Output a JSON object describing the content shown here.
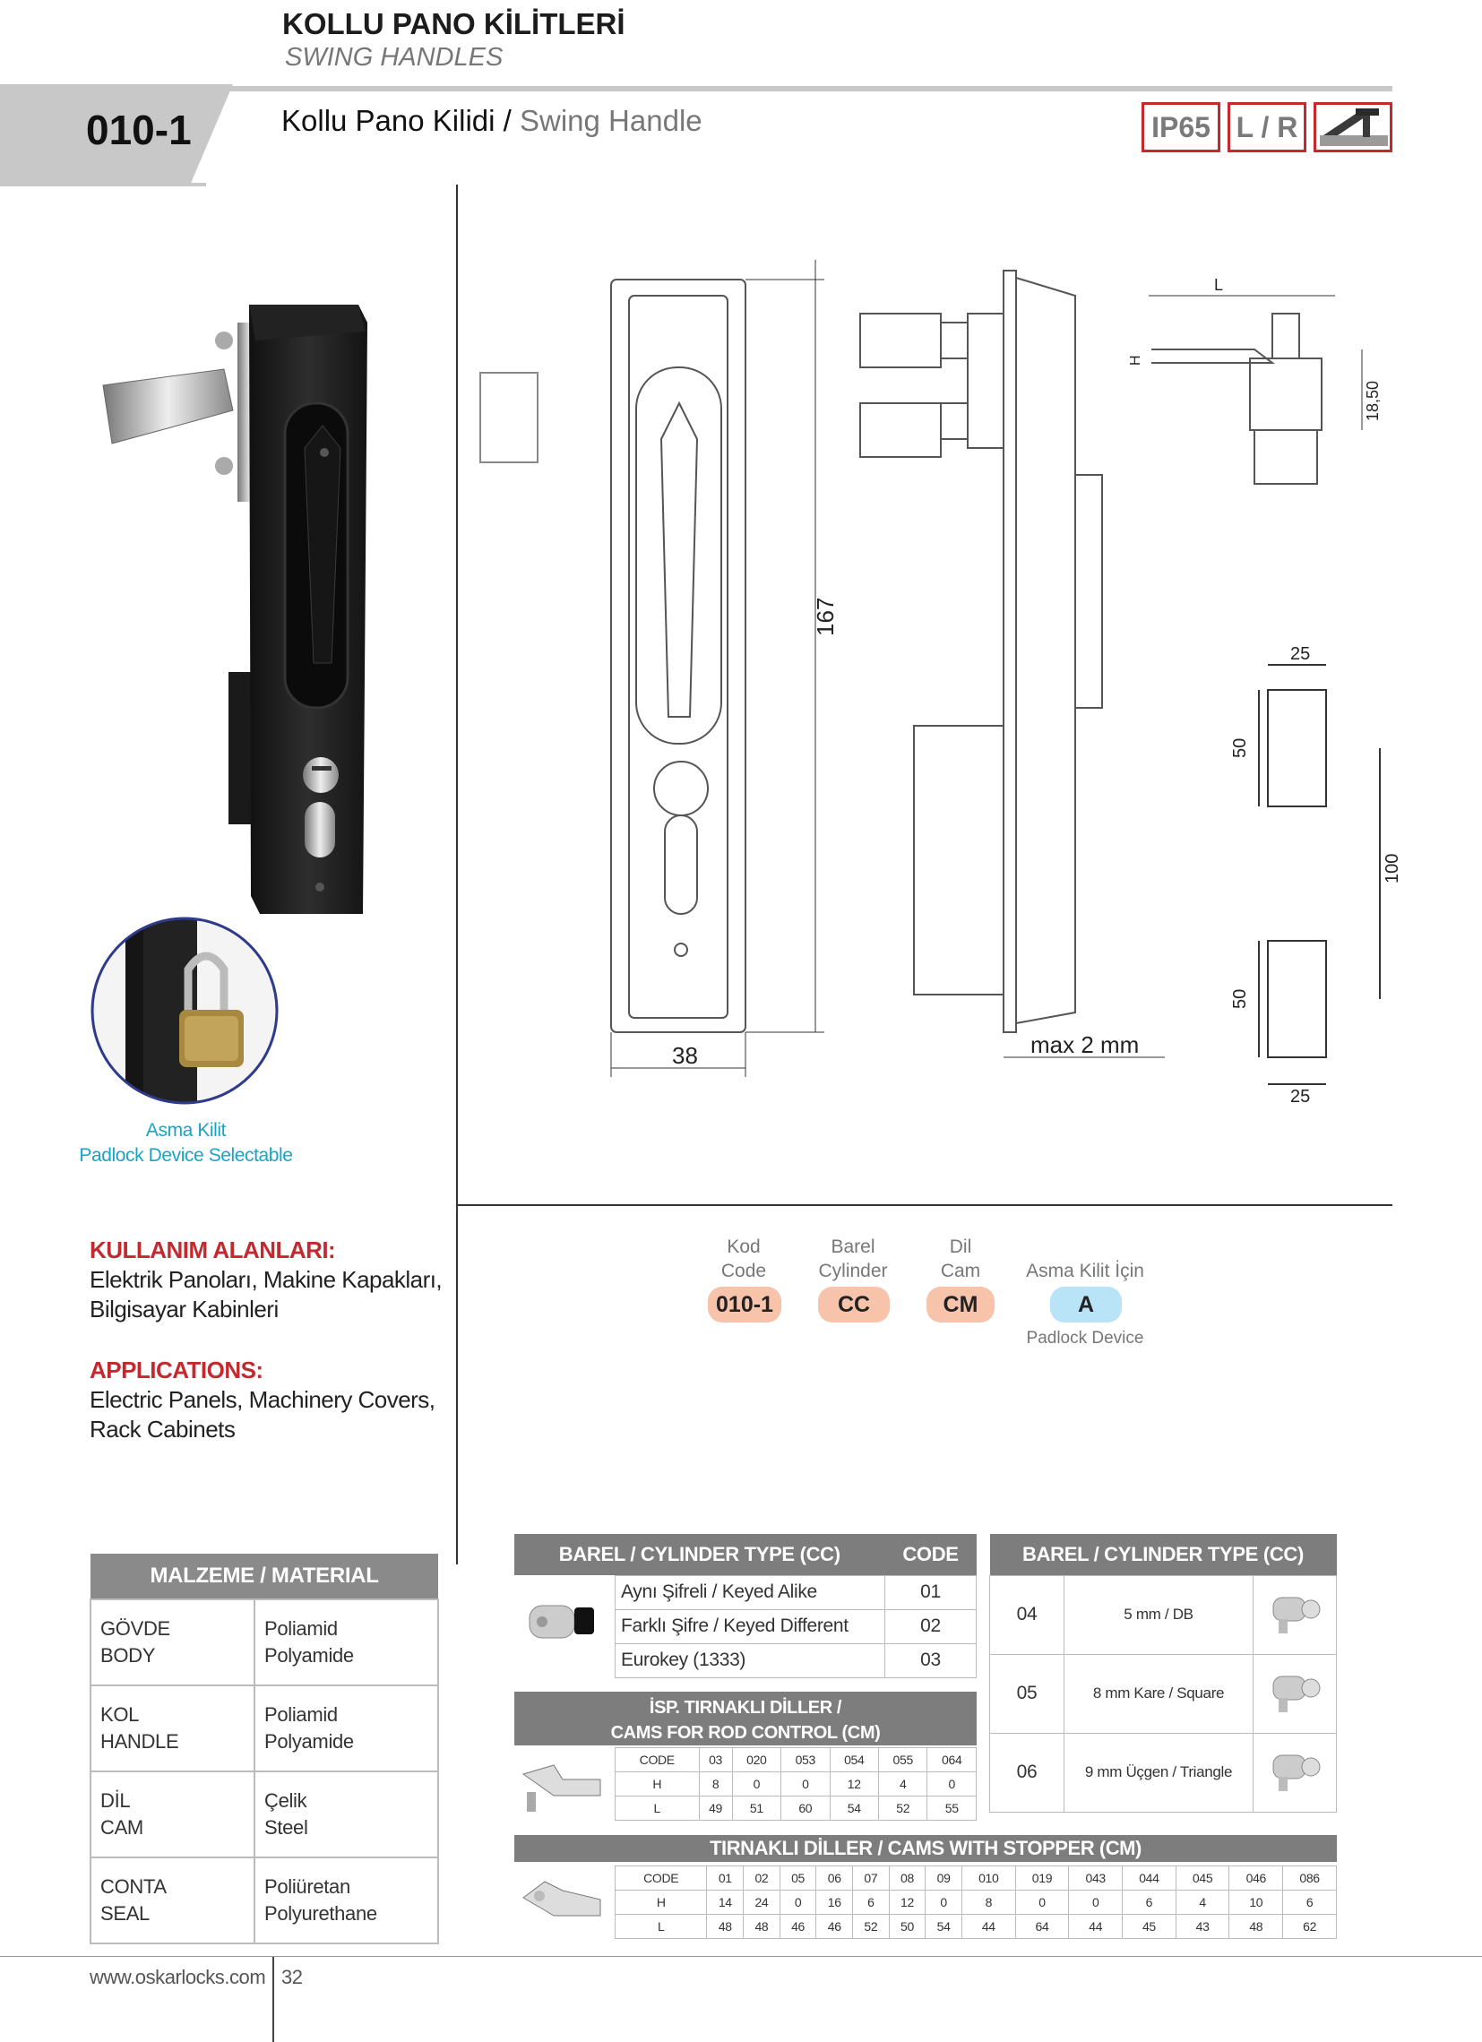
{
  "header": {
    "title_tr": "KOLLU PANO KİLİTLERİ",
    "title_en": "SWING HANDLES",
    "product_code": "010-1",
    "product_name_tr": "Kollu Pano Kilidi",
    "product_name_sep": " / ",
    "product_name_en": "Swing Handle",
    "badges": [
      "IP65",
      "L / R"
    ]
  },
  "padlock": {
    "caption_tr": "Asma Kilit",
    "caption_en": "Padlock Device Selectable"
  },
  "dimensions": {
    "width": "38",
    "height": "167",
    "gap": "max 2 mm",
    "L": "L",
    "H": "H",
    "d1850": "18,50",
    "d25a": "25",
    "d25b": "25",
    "d50a": "50",
    "d50b": "50",
    "d100": "100"
  },
  "usage": {
    "title_tr": "KULLANIM ALANLARI:",
    "text_tr_1": "Elektrik Panoları, Makine Kapakları,",
    "text_tr_2": "Bilgisayar Kabinleri",
    "title_en": "APPLICATIONS:",
    "text_en_1": "Electric Panels, Machinery Covers,",
    "text_en_2": "Rack Cabinets"
  },
  "ordering": {
    "kod": "Kod",
    "code": "Code",
    "barel": "Barel",
    "cylinder": "Cylinder",
    "dil": "Dil",
    "cam": "Cam",
    "asma": "Asma Kilit İçin",
    "padlock_device": "Padlock Device",
    "values": [
      "010-1",
      "CC",
      "CM",
      "A"
    ]
  },
  "material": {
    "header": "MALZEME / MATERIAL",
    "rows": [
      {
        "part_tr": "GÖVDE",
        "part_en": "BODY",
        "mat_tr": "Poliamid",
        "mat_en": "Polyamide"
      },
      {
        "part_tr": "KOL",
        "part_en": "HANDLE",
        "mat_tr": "Poliamid",
        "mat_en": "Polyamide"
      },
      {
        "part_tr": "DİL",
        "part_en": "CAM",
        "mat_tr": "Çelik",
        "mat_en": "Steel"
      },
      {
        "part_tr": "CONTA",
        "part_en": "SEAL",
        "mat_tr": "Poliüretan",
        "mat_en": "Polyurethane"
      }
    ]
  },
  "cylinder_table": {
    "header": "BAREL / CYLINDER TYPE (CC)",
    "code_header": "CODE",
    "rows": [
      {
        "label": "Aynı Şifreli / Keyed Alike",
        "code": "01"
      },
      {
        "label": "Farklı Şifre / Keyed Different",
        "code": "02"
      },
      {
        "label": "Eurokey (1333)",
        "code": "03"
      }
    ]
  },
  "cylinder_table2": {
    "header": "BAREL  / CYLINDER TYPE (CC)",
    "rows": [
      {
        "code": "04",
        "label": "5 mm / DB"
      },
      {
        "code": "05",
        "label": "8 mm Kare / Square"
      },
      {
        "code": "06",
        "label": "9 mm Üçgen / Triangle"
      }
    ]
  },
  "rod_cams": {
    "header_1": "İSP. TIRNAKLI DİLLER /",
    "header_2": "CAMS FOR ROD CONTROL (CM)",
    "row_labels": [
      "CODE",
      "H",
      "L"
    ],
    "codes": [
      "03",
      "020",
      "053",
      "054",
      "055",
      "064"
    ],
    "H": [
      "8",
      "0",
      "0",
      "12",
      "4",
      "0"
    ],
    "L": [
      "49",
      "51",
      "60",
      "54",
      "52",
      "55"
    ]
  },
  "stopper_cams": {
    "header": "TIRNAKLI DİLLER / CAMS WITH STOPPER (CM)",
    "row_labels": [
      "CODE",
      "H",
      "L"
    ],
    "codes": [
      "01",
      "02",
      "05",
      "06",
      "07",
      "08",
      "09",
      "010",
      "019",
      "043",
      "044",
      "045",
      "046",
      "086"
    ],
    "H": [
      "14",
      "24",
      "0",
      "16",
      "6",
      "12",
      "0",
      "8",
      "0",
      "0",
      "6",
      "4",
      "10",
      "6"
    ],
    "L": [
      "48",
      "48",
      "46",
      "46",
      "52",
      "50",
      "54",
      "44",
      "64",
      "44",
      "45",
      "43",
      "48",
      "62"
    ]
  },
  "footer": {
    "website": "www.oskarlocks.com",
    "page": "32"
  }
}
